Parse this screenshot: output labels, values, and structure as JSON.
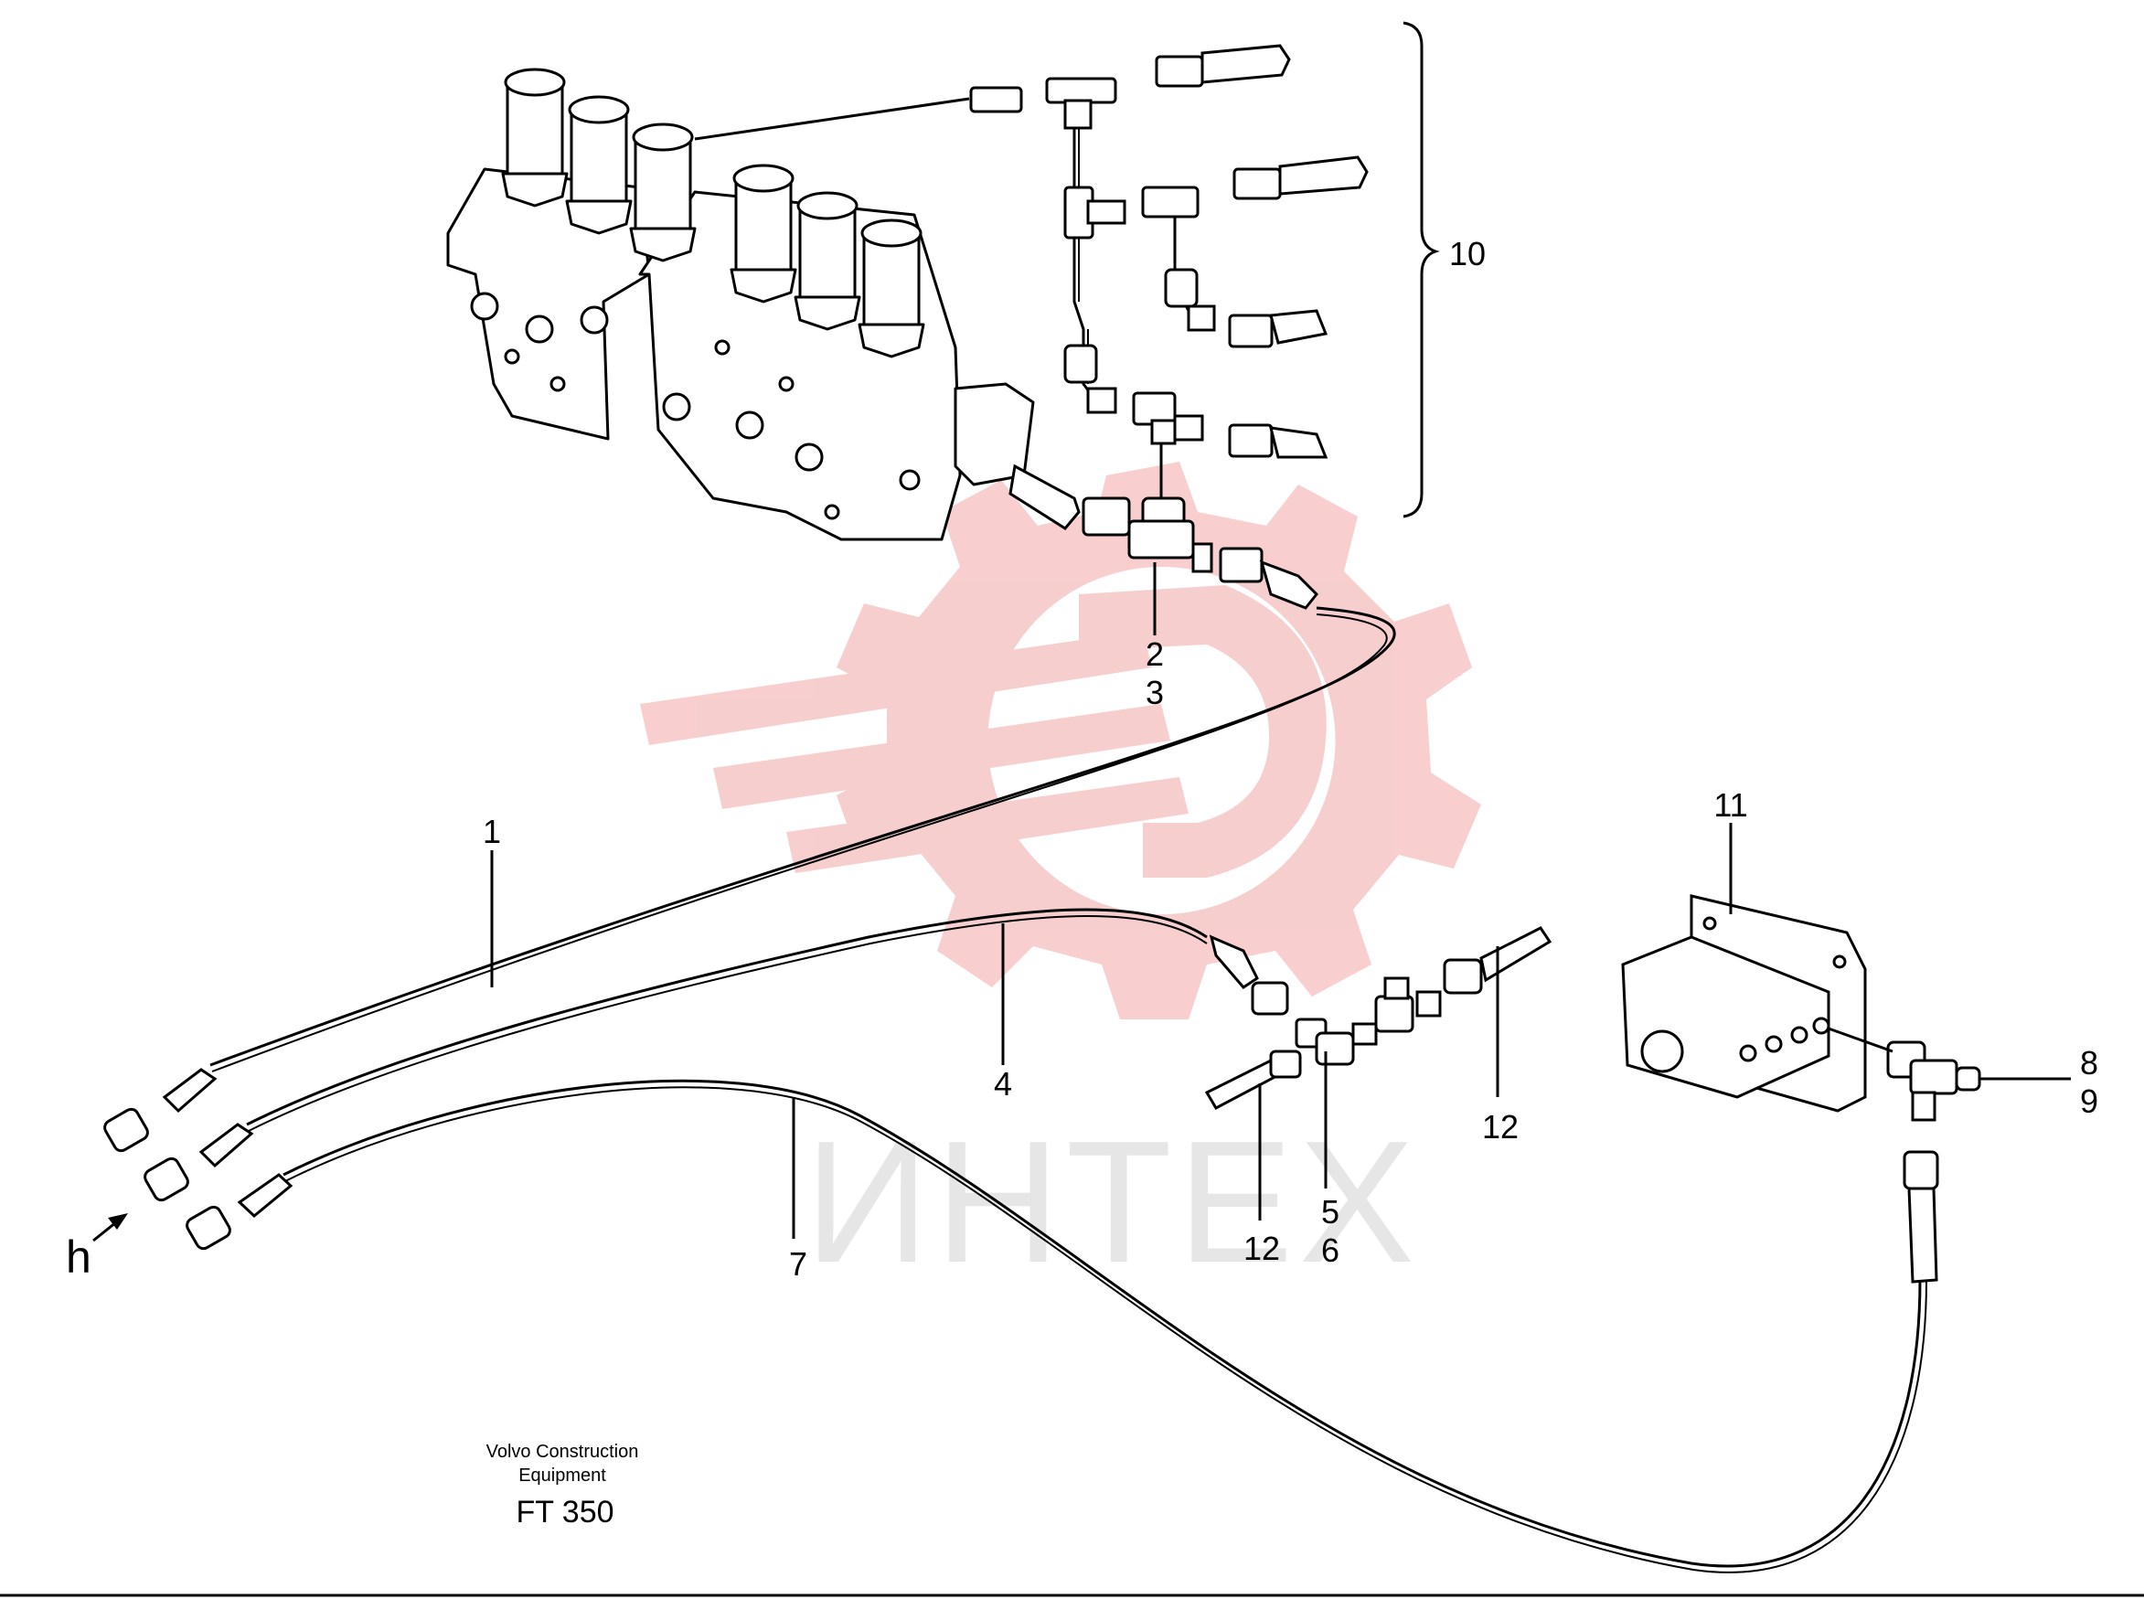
{
  "watermark": {
    "text": "ИНТЕХ",
    "color": "#f7c9c9",
    "text_color": "#e6e6e6"
  },
  "callouts": [
    {
      "id": "c1",
      "label": "1"
    },
    {
      "id": "c2",
      "label": "2"
    },
    {
      "id": "c3",
      "label": "3"
    },
    {
      "id": "c4",
      "label": "4"
    },
    {
      "id": "c5",
      "label": "5"
    },
    {
      "id": "c6",
      "label": "6"
    },
    {
      "id": "c7",
      "label": "7"
    },
    {
      "id": "c8",
      "label": "8"
    },
    {
      "id": "c9",
      "label": "9"
    },
    {
      "id": "c10",
      "label": "10"
    },
    {
      "id": "c11",
      "label": "11"
    },
    {
      "id": "c12a",
      "label": "12"
    },
    {
      "id": "c12b",
      "label": "12"
    }
  ],
  "direction_marker": {
    "label": "h"
  },
  "caption": {
    "line1": "Volvo Construction",
    "line2": "Equipment",
    "code": "FT 350"
  }
}
